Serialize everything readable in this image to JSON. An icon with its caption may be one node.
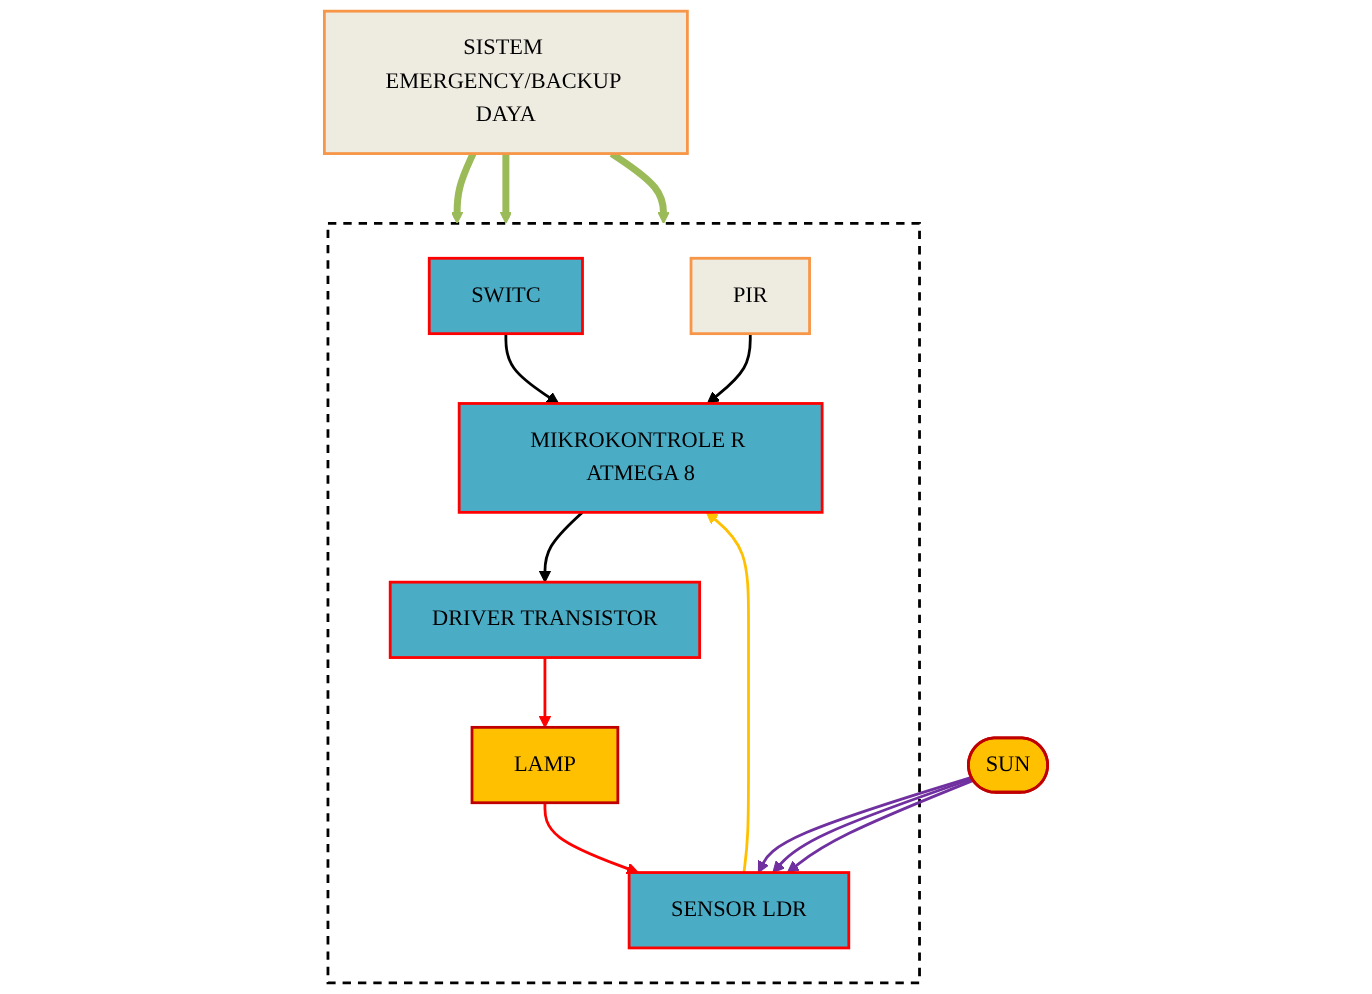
{
  "diagram": {
    "nodes": [
      {
        "text": [
          "SISTEM EMERGENCY/BACKUP DAYA"
        ]
      },
      {
        "text": [],
        "shape": "box"
      },
      {
        "text": [
          "SWITC"
        ],
        "in": 1
      },
      {
        "text": [
          "DRIVER TRANSISTOR"
        ],
        "in": 1
      },
      {
        "text": [
          "PIR"
        ],
        "in": 1
      },
      {
        "text": [
          "MIKROKONTROLE R ATMEGA 8"
        ],
        "in": 1
      },
      {
        "text": [
          "SUN"
        ]
      },
      {
        "text": [
          "SENSOR LDR"
        ],
        "in": 1
      },
      {
        "text": [
          "LAMP"
        ],
        "in": 1
      }
    ],
    "edges": [
      {
        "from": 0,
        "to": 1,
        "arrow": "to",
        "style": "thick",
        "color": "#9bbb59"
      },
      {
        "from": 0,
        "to": 1,
        "arrow": "to",
        "style": "thick",
        "color": "#9bbb59"
      },
      {
        "from": 0,
        "to": 1,
        "arrow": "to",
        "style": "thick",
        "color": "#9bbb59"
      },
      {
        "from": 2,
        "to": 5,
        "arrow": "to",
        "color": "#000000"
      },
      {
        "from": 4,
        "to": 5,
        "arrow": "to",
        "color": "#000000"
      },
      {
        "from": 5,
        "to": 3,
        "arrow": "to",
        "color": "#000000"
      },
      {
        "from": 3,
        "to": 8,
        "arrow": "to",
        "color": "#ff0000"
      },
      {
        "from": 8,
        "to": 7,
        "arrow": "to",
        "color": "#ff0000"
      },
      {
        "from": 7,
        "to": 5,
        "arrow": "to",
        "color": "#ffc000"
      },
      {
        "from": 6,
        "to": 7,
        "arrow": "to",
        "color": "#7030a0"
      },
      {
        "from": 6,
        "to": 7,
        "arrow": "to",
        "color": "#7030a0"
      },
      {
        "from": 6,
        "to": 7,
        "arrow": "to",
        "color": "#7030a0"
      }
    ]
  }
}
